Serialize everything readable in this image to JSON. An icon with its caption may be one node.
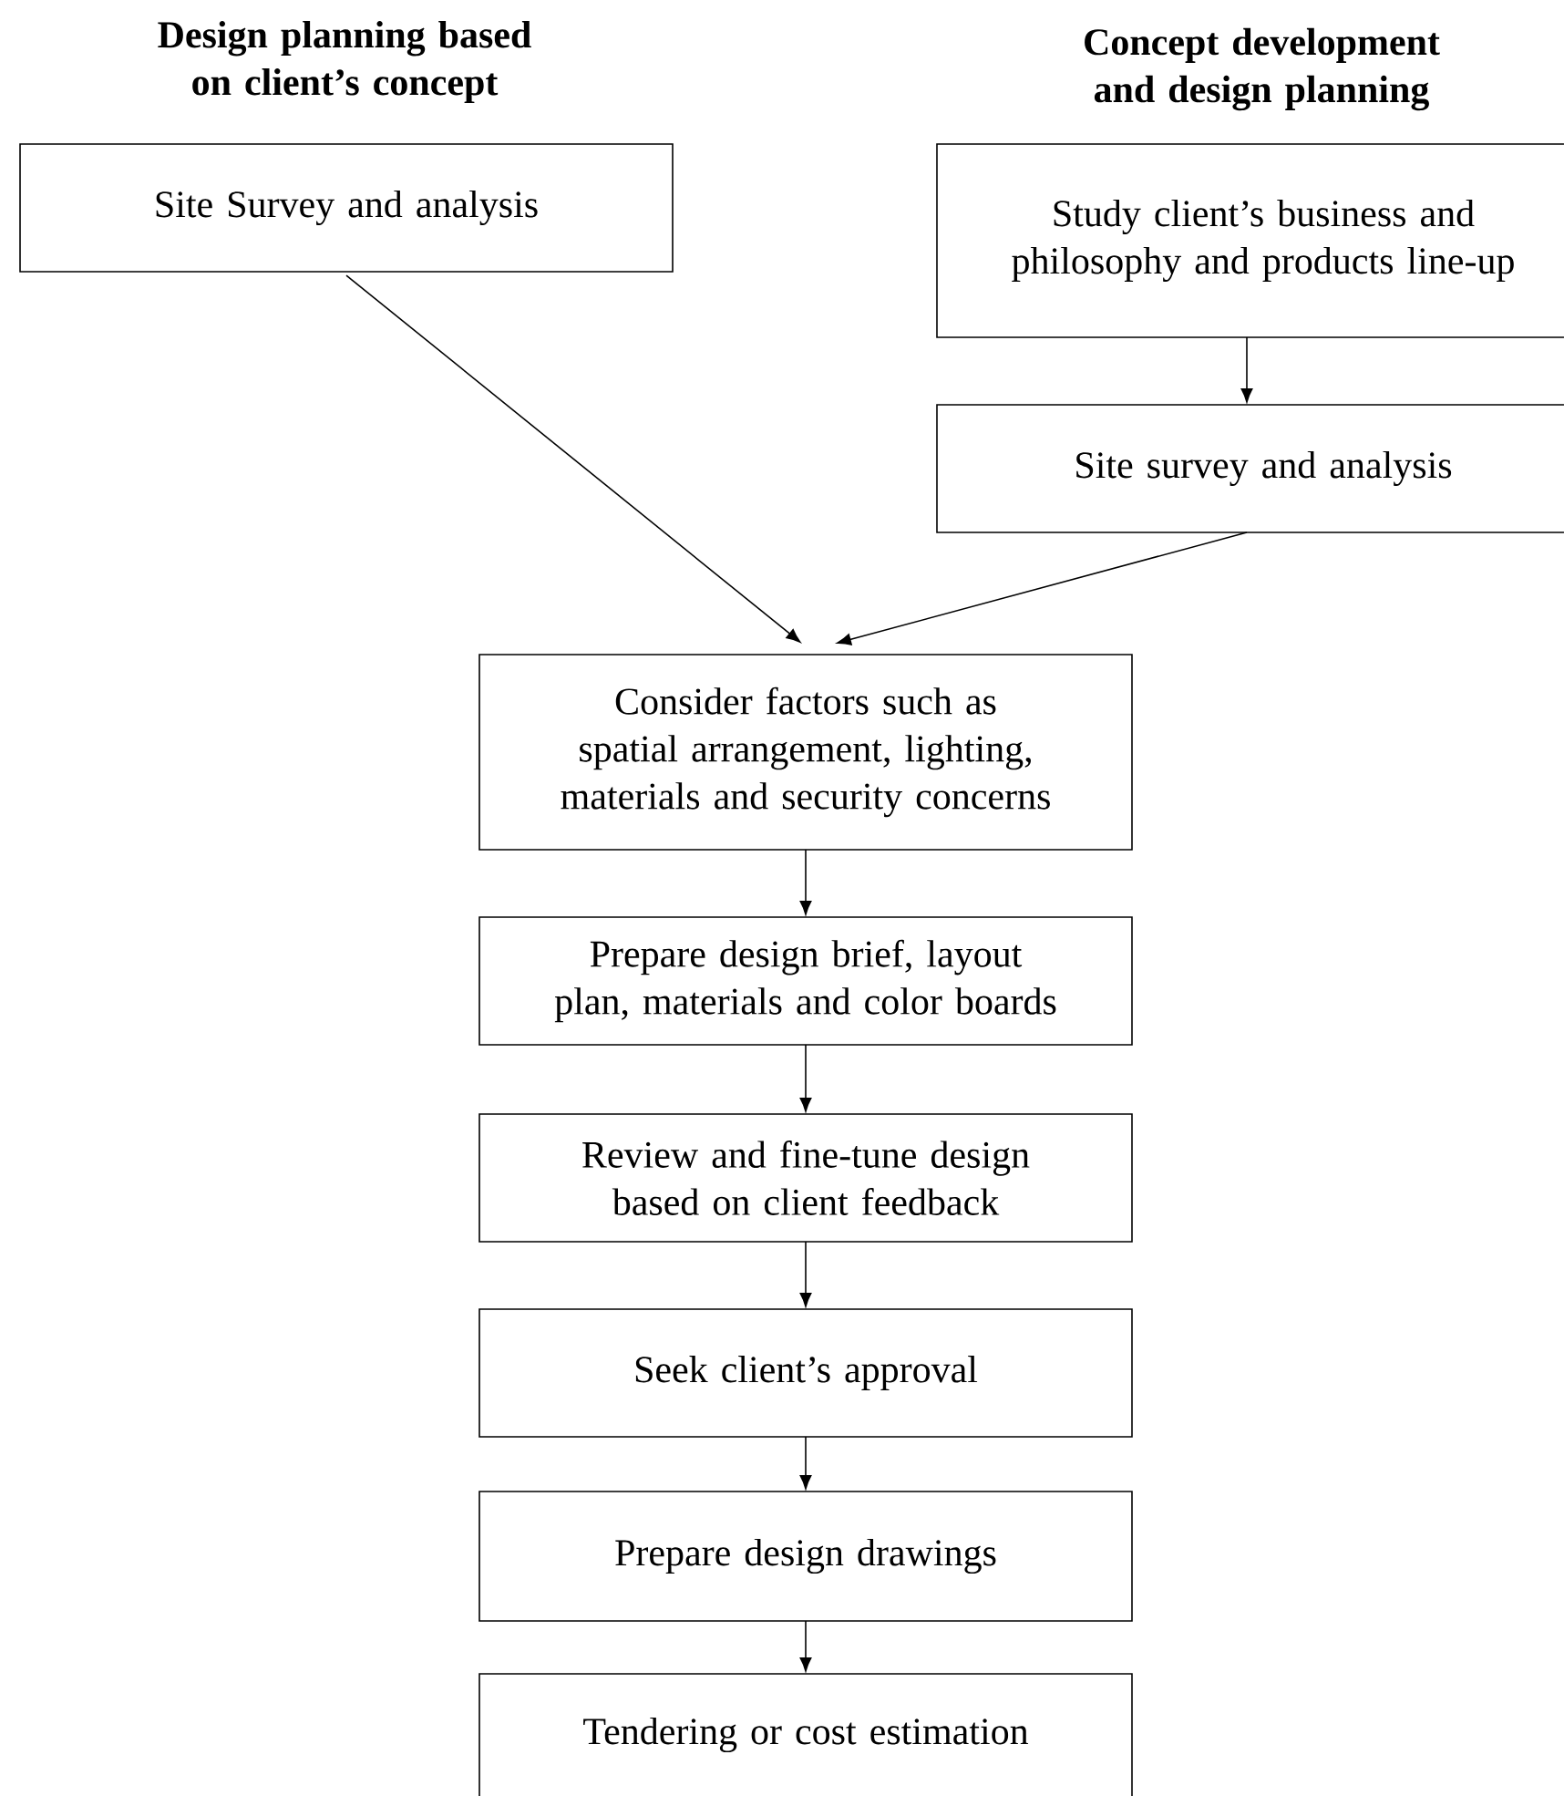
{
  "diagram": {
    "nodes": [
      {
        "text": [
          "Design planning based on client’s concept",
          "Site Survey and analysis"
        ]
      },
      {
        "text": [
          "Concept development and design planning",
          "Study client’s business and philosophy and products line-up"
        ]
      },
      {
        "text": [
          "Site survey and analysis"
        ]
      },
      {
        "text": [
          "Consider factors such as spatial arrangement, lighting, materials and security concerns"
        ]
      },
      {
        "text": [
          "Prepare design brief, layout plan, materials and color boards"
        ]
      },
      {
        "text": [
          "Review and fine-tune design based on client feedback"
        ]
      },
      {
        "text": [
          "Seek client’s approval"
        ]
      },
      {
        "text": [
          "Prepare design drawings"
        ]
      },
      {
        "text": [
          "Tendering or cost estimation"
        ]
      }
    ],
    "edges": [
      {
        "from": 1,
        "to": 2,
        "arrow": "to"
      },
      {
        "from": 0,
        "to": 3,
        "arrow": "to"
      },
      {
        "from": 2,
        "to": 3,
        "arrow": "to"
      },
      {
        "from": 3,
        "to": 4,
        "arrow": "to"
      },
      {
        "from": 4,
        "to": 5,
        "arrow": "to"
      },
      {
        "from": 5,
        "to": 6,
        "arrow": "to"
      },
      {
        "from": 6,
        "to": 7,
        "arrow": "to"
      },
      {
        "from": 7,
        "to": 8,
        "arrow": "to"
      }
    ]
  }
}
